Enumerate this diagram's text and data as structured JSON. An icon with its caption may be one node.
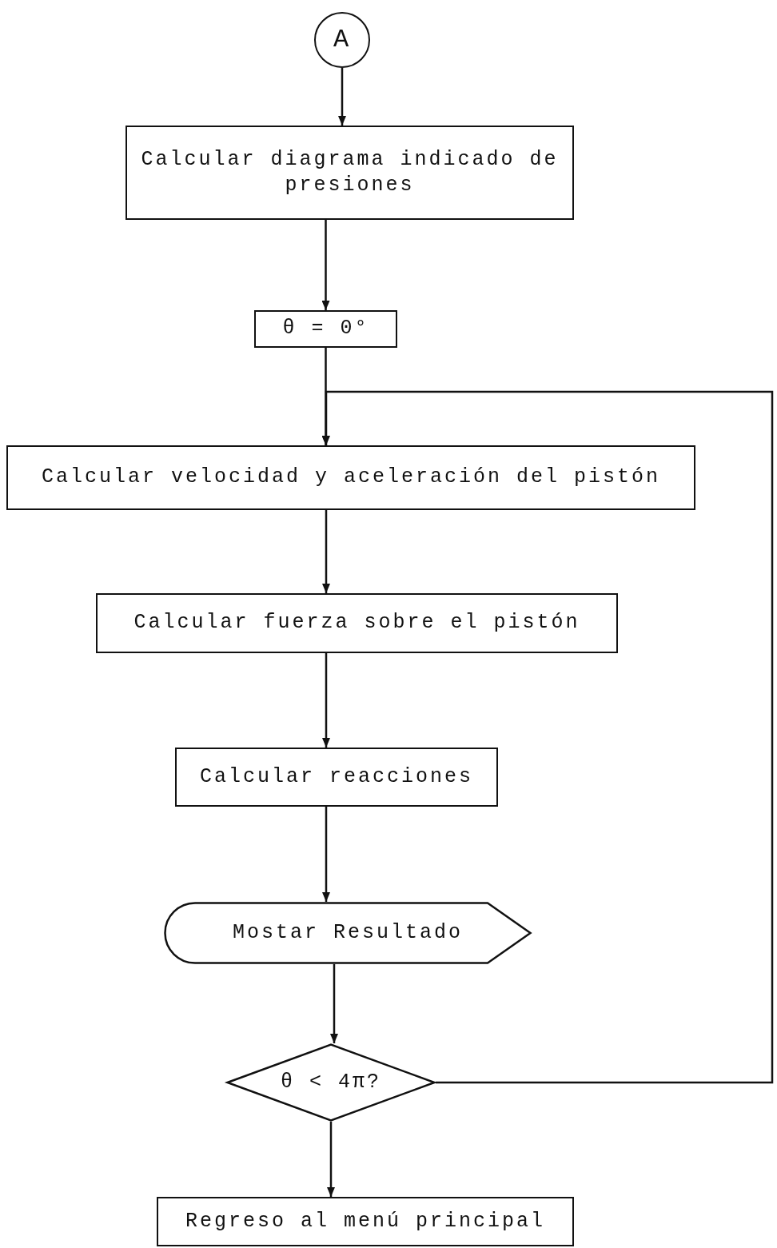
{
  "diagram": {
    "nodes": [
      {
        "text": [
          "A"
        ]
      },
      {
        "text": [
          "Calcular diagrama indicado de presiones"
        ]
      },
      {
        "text": [
          "θ = 0°"
        ]
      },
      {
        "text": [
          "Calcular velocidad y aceleración del pistón"
        ]
      },
      {
        "text": [
          "Calcular fuerza sobre el pistón"
        ]
      },
      {
        "text": [
          "Calcular reacciones"
        ]
      },
      {
        "text": [
          "Mostar Resultado"
        ]
      },
      {
        "text": [
          "θ < 4π?"
        ]
      },
      {
        "text": [
          "Regreso al menú principal"
        ]
      }
    ],
    "edges": [
      {
        "from": 0,
        "to": 1,
        "arrow": "to"
      },
      {
        "from": 1,
        "to": 2,
        "arrow": "to"
      },
      {
        "from": 2,
        "to": 3,
        "arrow": "to"
      },
      {
        "from": 3,
        "to": 4,
        "arrow": "to"
      },
      {
        "from": 4,
        "to": 5,
        "arrow": "to"
      },
      {
        "from": 5,
        "to": 6,
        "arrow": "to"
      },
      {
        "from": 6,
        "to": 7,
        "arrow": "to"
      },
      {
        "from": 7,
        "to": 3,
        "arrow": "to"
      },
      {
        "from": 7,
        "to": 8,
        "arrow": "to"
      }
    ]
  }
}
